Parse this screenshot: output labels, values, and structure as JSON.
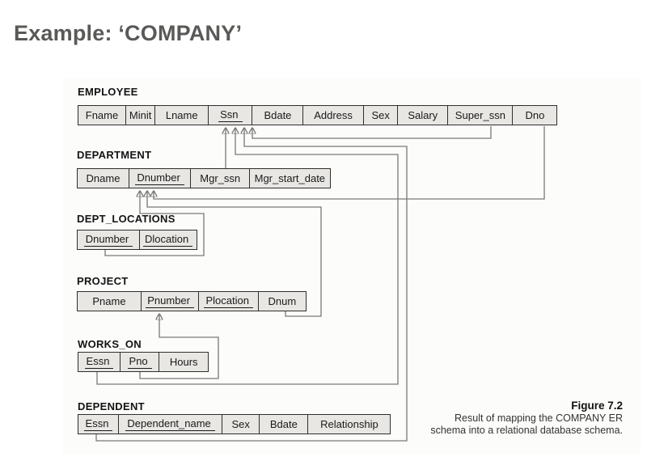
{
  "title": "Example: ‘COMPANY’",
  "tables": [
    {
      "name": "EMPLOYEE",
      "attributes": [
        {
          "label": "Fname",
          "key": false
        },
        {
          "label": "Minit",
          "key": false
        },
        {
          "label": "Lname",
          "key": false
        },
        {
          "label": "Ssn",
          "key": true
        },
        {
          "label": "Bdate",
          "key": false
        },
        {
          "label": "Address",
          "key": false
        },
        {
          "label": "Sex",
          "key": false
        },
        {
          "label": "Salary",
          "key": false
        },
        {
          "label": "Super_ssn",
          "key": false
        },
        {
          "label": "Dno",
          "key": false
        }
      ]
    },
    {
      "name": "DEPARTMENT",
      "attributes": [
        {
          "label": "Dname",
          "key": false
        },
        {
          "label": "Dnumber",
          "key": true
        },
        {
          "label": "Mgr_ssn",
          "key": false
        },
        {
          "label": "Mgr_start_date",
          "key": false
        }
      ]
    },
    {
      "name": "DEPT_LOCATIONS",
      "attributes": [
        {
          "label": "Dnumber",
          "key": true
        },
        {
          "label": "Dlocation",
          "key": true
        }
      ]
    },
    {
      "name": "PROJECT",
      "attributes": [
        {
          "label": "Pname",
          "key": false
        },
        {
          "label": "Pnumber",
          "key": true
        },
        {
          "label": "Plocation",
          "key": true
        },
        {
          "label": "Dnum",
          "key": false
        }
      ]
    },
    {
      "name": "WORKS_ON",
      "attributes": [
        {
          "label": "Essn",
          "key": true
        },
        {
          "label": "Pno",
          "key": true
        },
        {
          "label": "Hours",
          "key": false
        }
      ]
    },
    {
      "name": "DEPENDENT",
      "attributes": [
        {
          "label": "Essn",
          "key": true
        },
        {
          "label": "Dependent_name",
          "key": true
        },
        {
          "label": "Sex",
          "key": false
        },
        {
          "label": "Bdate",
          "key": false
        },
        {
          "label": "Relationship",
          "key": false
        }
      ]
    }
  ],
  "relationships": [
    {
      "from": "DEPARTMENT.Mgr_ssn",
      "to": "EMPLOYEE.Ssn"
    },
    {
      "from": "EMPLOYEE.Super_ssn",
      "to": "EMPLOYEE.Ssn"
    },
    {
      "from": "WORKS_ON.Essn",
      "to": "EMPLOYEE.Ssn"
    },
    {
      "from": "DEPENDENT.Essn",
      "to": "EMPLOYEE.Ssn"
    },
    {
      "from": "DEPT_LOCATIONS.Dnumber",
      "to": "DEPARTMENT.Dnumber"
    },
    {
      "from": "PROJECT.Dnum",
      "to": "DEPARTMENT.Dnumber"
    },
    {
      "from": "EMPLOYEE.Dno",
      "to": "DEPARTMENT.Dnumber"
    },
    {
      "from": "WORKS_ON.Pno",
      "to": "PROJECT.Pnumber"
    }
  ],
  "caption": {
    "label": "Figure 7.2",
    "lines": [
      "Result of mapping the COMPANY ER",
      "schema into a relational database schema."
    ]
  },
  "colors": {
    "cell_fill": "#e8e7e4",
    "cell_border": "#2e2e2c",
    "connector": "#787876",
    "title": "#595957"
  }
}
